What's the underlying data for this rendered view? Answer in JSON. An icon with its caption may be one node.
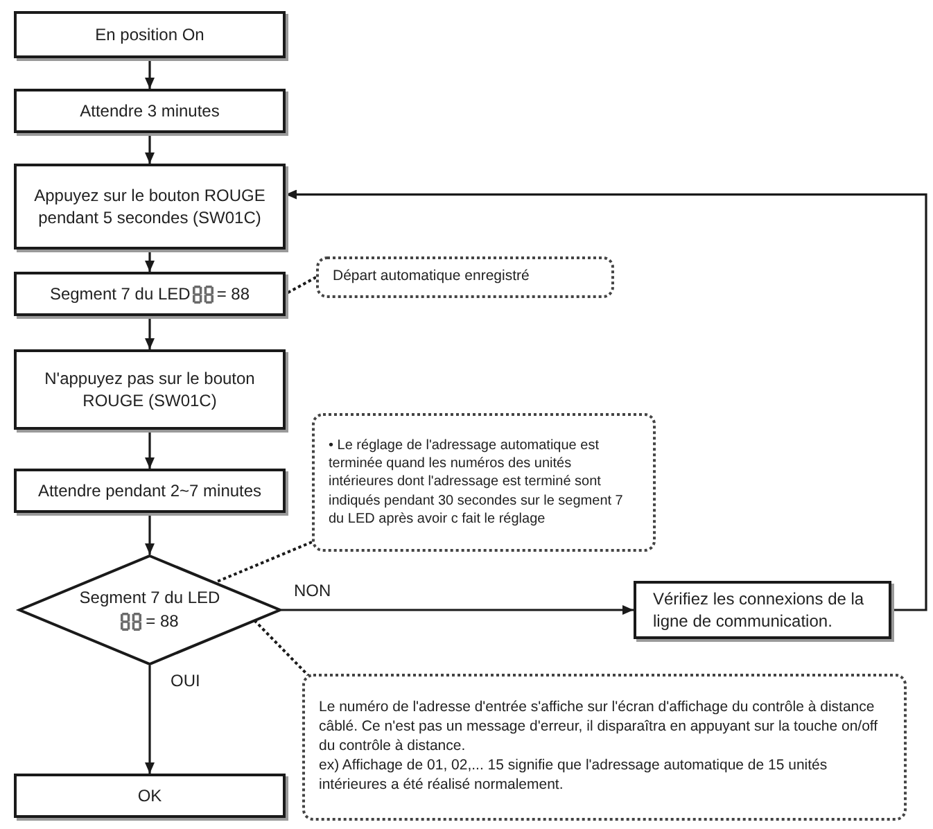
{
  "diagram": {
    "nodes": [
      {
        "text": [
          "En position On"
        ]
      },
      {
        "text": [
          "Attendre 3 minutes"
        ]
      },
      {
        "text": [
          "Appuyez sur le bouton ROUGE pendant 5 secondes (SW01C)"
        ]
      },
      {
        "text": [
          "Segment 7 du LED",
          "= 88"
        ]
      },
      {
        "text": [
          "N'appuyez pas sur le bouton ROUGE (SW01C)"
        ]
      },
      {
        "text": [
          "Attendre pendant 2~7 minutes"
        ]
      },
      {
        "text": [
          "Segment 7 du LED",
          "= 88"
        ]
      },
      {
        "text": [
          "OK"
        ]
      },
      {
        "text": [
          "Vérifiez les connexions de la ligne de communication."
        ]
      },
      {
        "text": [
          "Départ automatique enregistré"
        ]
      },
      {
        "text": [
          "• Le réglage de l'adressage automatique est terminée quand les numéros des unités intérieures dont l'adressage est terminé sont indiqués pendant 30 secondes sur le segment 7 du LED après avoir c fait le réglage"
        ]
      },
      {
        "text": [
          "Le numéro de l'adresse d'entrée s'affiche sur l'écran d'affichage du contrôle à distance câblé. Ce n'est pas un message d'erreur, il disparaîtra en appuyant sur la touche on/off du contrôle à distance.",
          "ex) Affichage de 01, 02,... 15 signifie que l'adressage automatique de 15 unités intérieures a été réalisé normalement."
        ]
      }
    ],
    "edges": [
      {
        "from": 0,
        "to": 1,
        "arrow": "to"
      },
      {
        "from": 1,
        "to": 2,
        "arrow": "to"
      },
      {
        "from": 2,
        "to": 3,
        "arrow": "to"
      },
      {
        "from": 3,
        "to": 4,
        "arrow": "to"
      },
      {
        "from": 4,
        "to": 5,
        "arrow": "to"
      },
      {
        "from": 5,
        "to": 6,
        "arrow": "to"
      },
      {
        "from": 6,
        "to": 7,
        "arrow": "to",
        "label": "OUI"
      },
      {
        "from": 6,
        "to": 8,
        "arrow": "to",
        "label": "NON"
      },
      {
        "from": 8,
        "to": 2,
        "arrow": "to"
      },
      {
        "from": 9,
        "to": 3,
        "arrow": "none",
        "style": "dashed"
      },
      {
        "from": 10,
        "to": 6,
        "arrow": "none",
        "style": "dashed"
      },
      {
        "from": 11,
        "to": 6,
        "arrow": "none",
        "style": "dashed"
      }
    ]
  }
}
